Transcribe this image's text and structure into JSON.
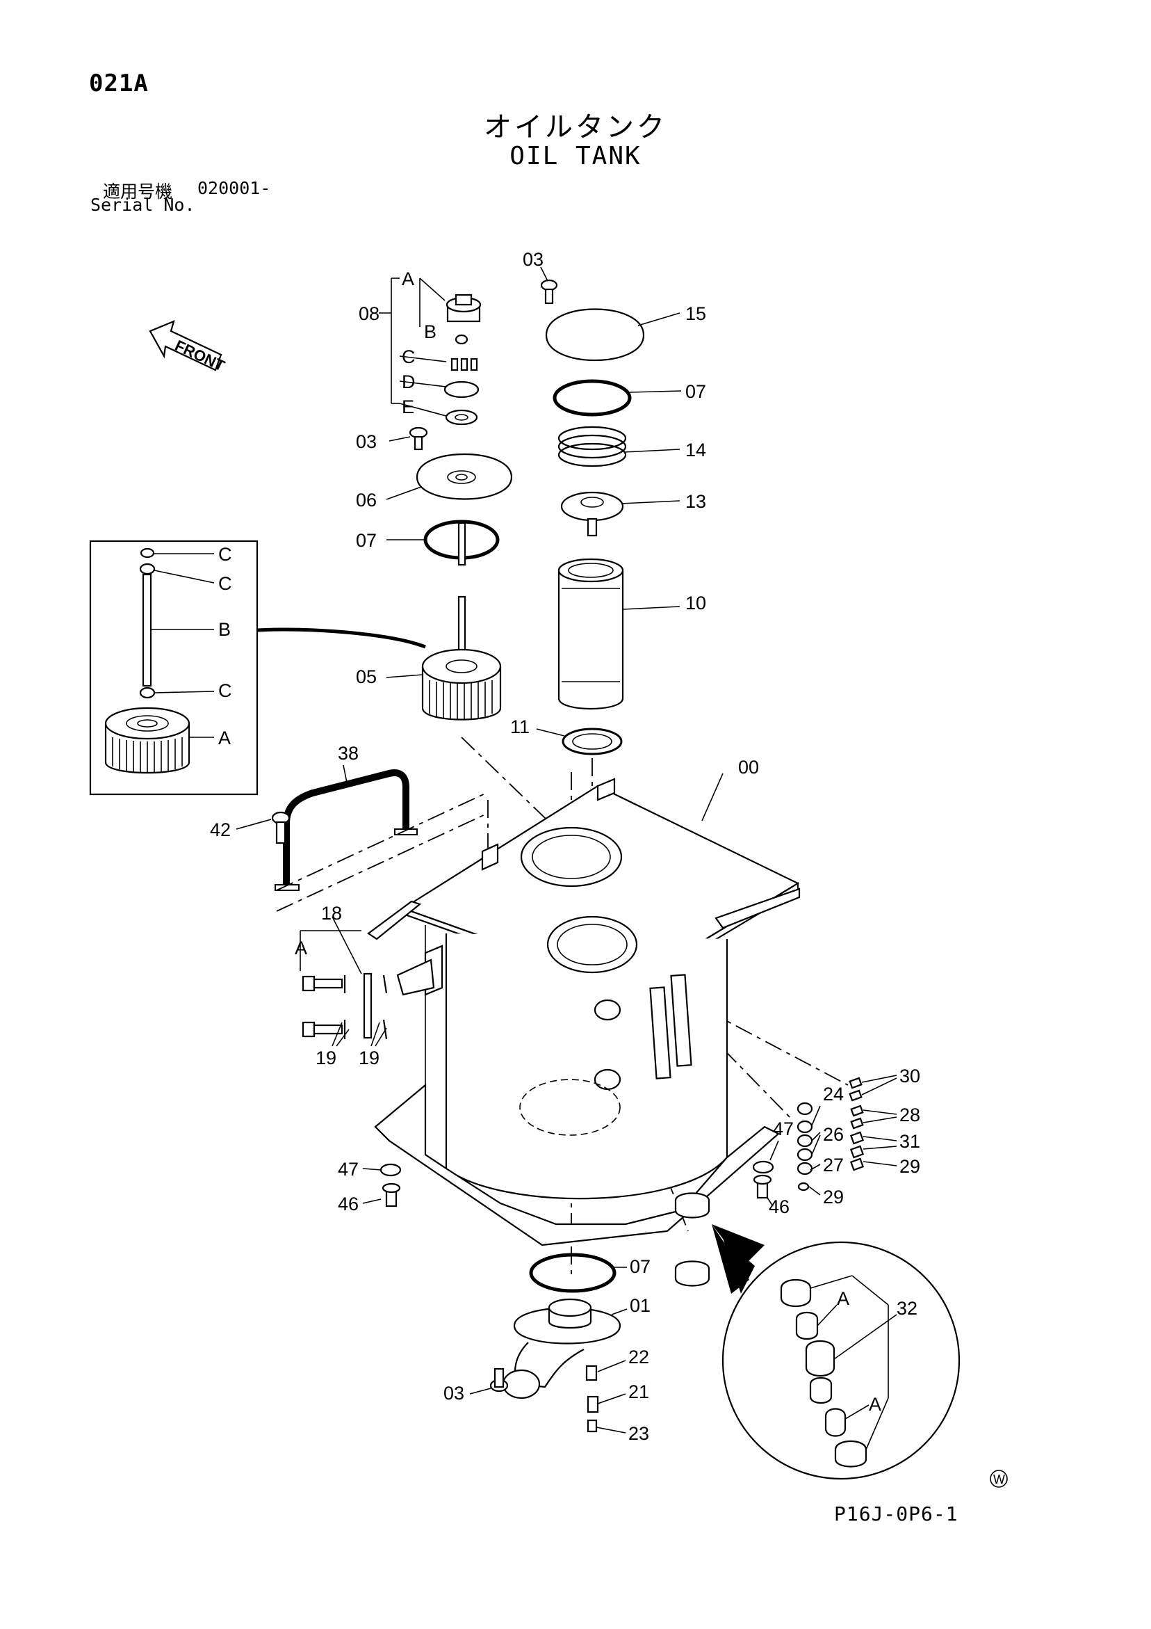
{
  "header": {
    "page_code": "021A",
    "title_jp": "オイルタンク",
    "title_en": "OIL TANK",
    "serial_label_jp": "適用号機",
    "serial_value": "020001-",
    "serial_label_en": "Serial No."
  },
  "footer": {
    "drawing_code": "P16J-0P6-1",
    "mark": "W"
  },
  "diagram": {
    "front_label": "FRONT",
    "callouts": {
      "c00": "00",
      "c01": "01",
      "c03a": "03",
      "c03b": "03",
      "c03c": "03",
      "c05": "05",
      "c06": "06",
      "c07a": "07",
      "c07b": "07",
      "c07c": "07",
      "c08": "08",
      "c10": "10",
      "c11": "11",
      "c13": "13",
      "c14": "14",
      "c15": "15",
      "c18": "18",
      "c19a": "19",
      "c19b": "19",
      "c21": "21",
      "c22": "22",
      "c23": "23",
      "c24": "24",
      "c26": "26",
      "c27": "27",
      "c28": "28",
      "c29a": "29",
      "c29b": "29",
      "c30": "30",
      "c31": "31",
      "c32": "32",
      "c38": "38",
      "c42": "42",
      "c46a": "46",
      "c46b": "46",
      "c47a": "47",
      "c47b": "47",
      "s08a": "A",
      "s08b": "B",
      "s08c": "C",
      "s08d": "D",
      "s08e": "E",
      "i_c1": "C",
      "i_c2": "C",
      "i_b": "B",
      "i_c3": "C",
      "i_a": "A",
      "s18a": "A",
      "s32a1": "A",
      "s32a2": "A"
    }
  }
}
